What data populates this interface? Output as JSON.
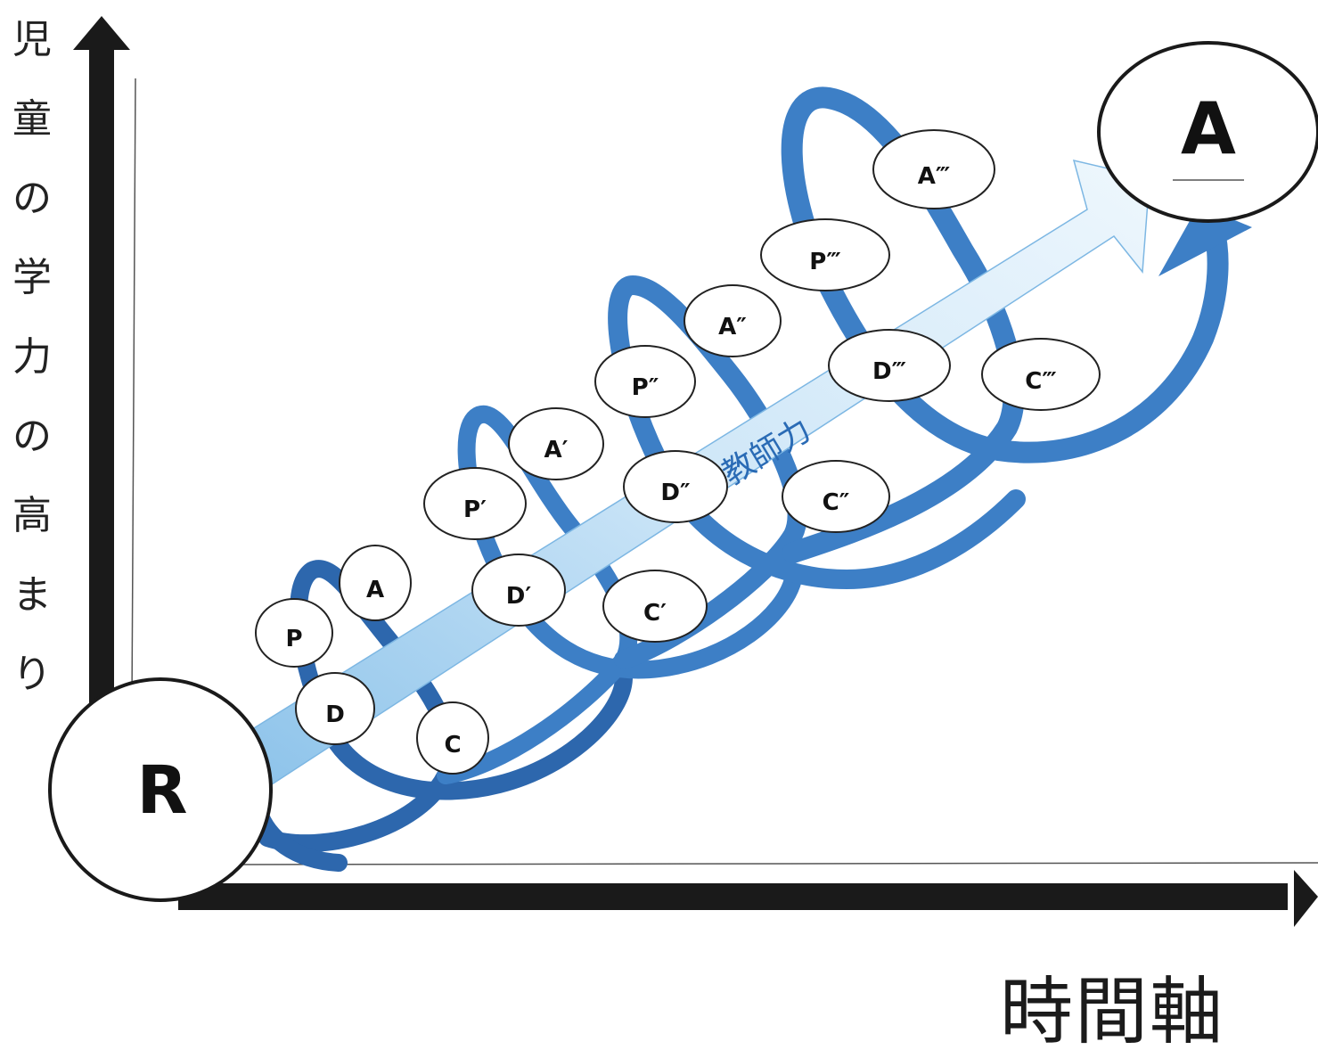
{
  "y_axis_label": [
    "児",
    "童",
    "の",
    "学",
    "力",
    "の",
    "高",
    "ま",
    "り"
  ],
  "x_axis_label": "時間軸",
  "start_node": "R",
  "goal_node": "A",
  "center_arrow_label": "教師力",
  "cycles": [
    {
      "P": "P",
      "D": "D",
      "C": "C",
      "A": "A"
    },
    {
      "P": "P′",
      "D": "D′",
      "C": "C′",
      "A": "A′"
    },
    {
      "P": "P″",
      "D": "D″",
      "C": "C″",
      "A": "A″"
    },
    {
      "P": "P‴",
      "D": "D‴",
      "C": "C‴",
      "A": "A‴"
    }
  ],
  "colors": {
    "spiral": "#3d7fc6",
    "spiral_dark": "#2d67ad",
    "center_arrow_light": "#e8f4fc",
    "center_arrow_dark": "#8dc3ea",
    "axis": "#1a1a1a",
    "label_text": "#2a6bb5"
  }
}
